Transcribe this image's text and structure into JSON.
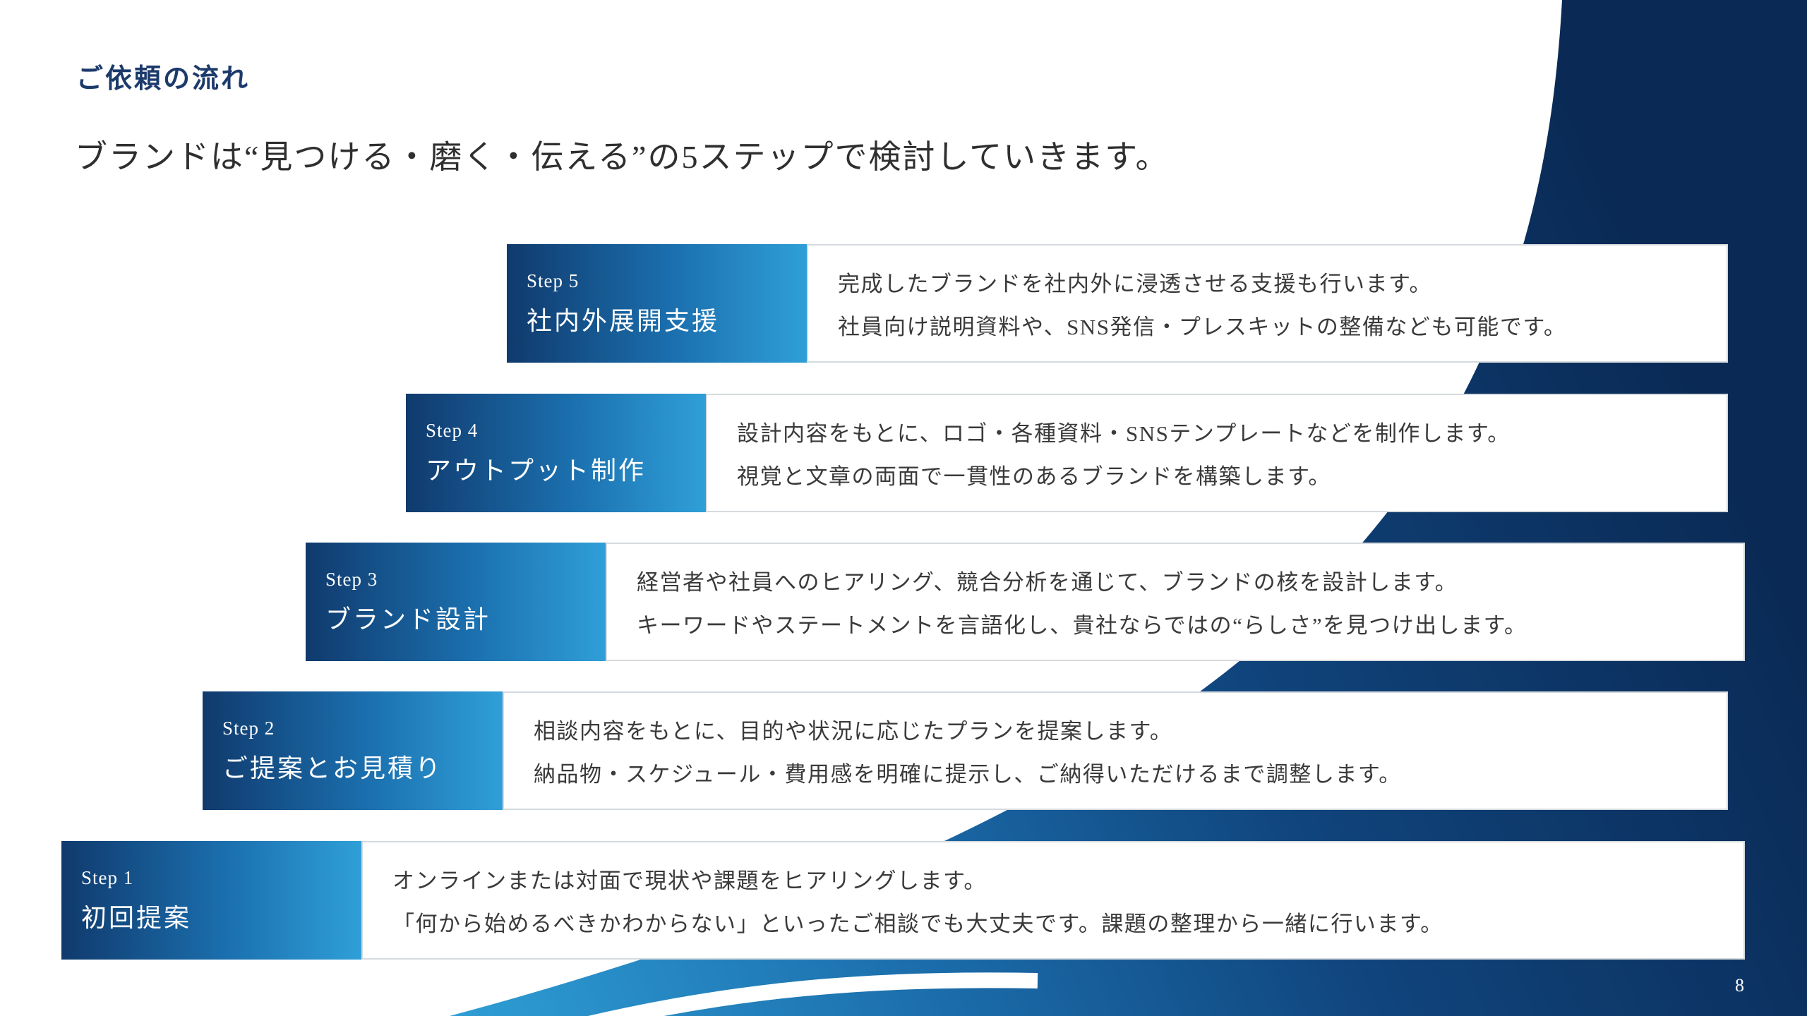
{
  "slide": {
    "heading": "ご依頼の流れ",
    "subtitle": "ブランドは“見つける・磨く・伝える”の5ステップで検討していきます。",
    "page_number": "8"
  },
  "steps": [
    {
      "label": "Step 5",
      "title": "社内外展開支援",
      "line1": "完成したブランドを社内外に浸透させる支援も行います。",
      "line2": "社員向け説明資料や、SNS発信・プレスキットの整備なども可能です。"
    },
    {
      "label": "Step 4",
      "title": "アウトプット制作",
      "line1": "設計内容をもとに、ロゴ・各種資料・SNSテンプレートなどを制作します。",
      "line2": "視覚と文章の両面で一貫性のあるブランドを構築します。"
    },
    {
      "label": "Step 3",
      "title": "ブランド設計",
      "line1": "経営者や社員へのヒアリング、競合分析を通じて、ブランドの核を設計します。",
      "line2": "キーワードやステートメントを言語化し、貴社ならではの“らしさ”を見つけ出します。"
    },
    {
      "label": "Step 2",
      "title": "ご提案とお見積り",
      "line1": "相談内容をもとに、目的や状況に応じたプランを提案します。",
      "line2": "納品物・スケジュール・費用感を明確に提示し、ご納得いただけるまで調整します。"
    },
    {
      "label": "Step 1",
      "title": "初回提案",
      "line1": "オンラインまたは対面で現状や課題をヒアリングします。",
      "line2": "「何から始めるべきかわからない」といったご相談でも大丈夫です。課題の整理から一緒に行います。"
    }
  ],
  "colors": {
    "accent_dark_navy": "#0a2a55",
    "accent_navy": "#10447c",
    "accent_mid_blue": "#1a6aa8",
    "accent_cyan_blue": "#2f9fd6",
    "label_gradient_start": "#103a6d",
    "label_gradient_end": "#2f9fd8",
    "heading_color": "#1c3a6b",
    "body_text_color": "#3a3a3a",
    "box_border_color": "#d5dade"
  }
}
